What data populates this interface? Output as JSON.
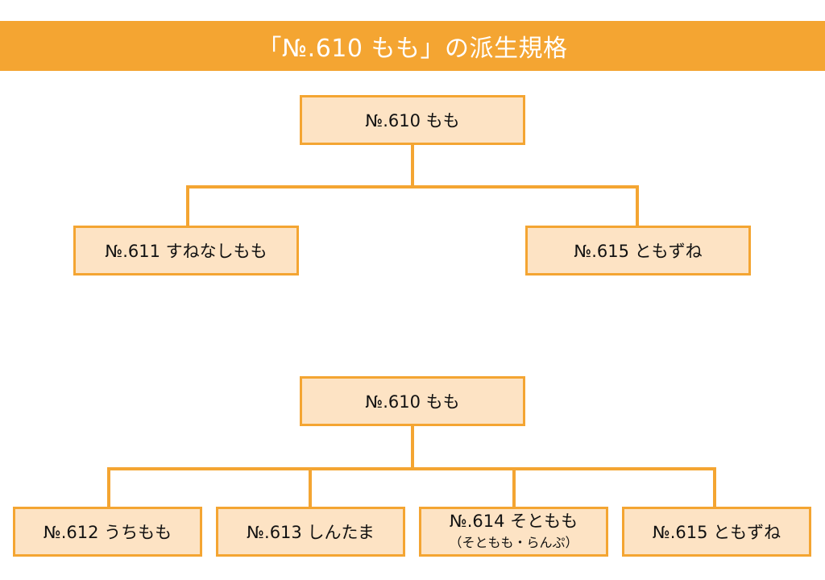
{
  "title": "「№.610 もも」の派生規格",
  "colors": {
    "accent": "#f4a532",
    "node_fill": "#fde3c4",
    "title_text": "#ffffff"
  },
  "tree1": {
    "root": "№.610 もも",
    "children": [
      "№.611 すねなしもも",
      "№.615 ともずね"
    ]
  },
  "tree2": {
    "root": "№.610 もも",
    "children": [
      {
        "label": "№.612 うちもも"
      },
      {
        "label": "№.613 しんたま"
      },
      {
        "label": "№.614 そともも",
        "sub": "（そともも・らんぷ）"
      },
      {
        "label": "№.615 ともずね"
      }
    ]
  }
}
